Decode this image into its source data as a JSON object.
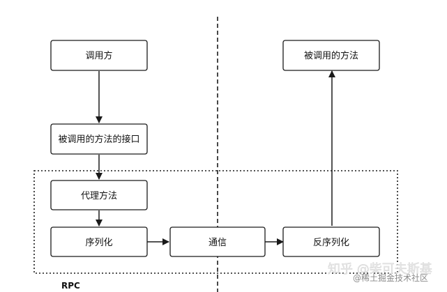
{
  "nodes": {
    "caller": "调用方",
    "interface": "被调用的方法的接口",
    "proxy": "代理方法",
    "serialize": "序列化",
    "communication": "通信",
    "deserialize": "反序列化",
    "callee": "被调用的方法"
  },
  "group_label": "RPC",
  "watermark": {
    "main": "知乎 @柴可夫斯基",
    "sub": "@稀土掘金技术社区"
  }
}
